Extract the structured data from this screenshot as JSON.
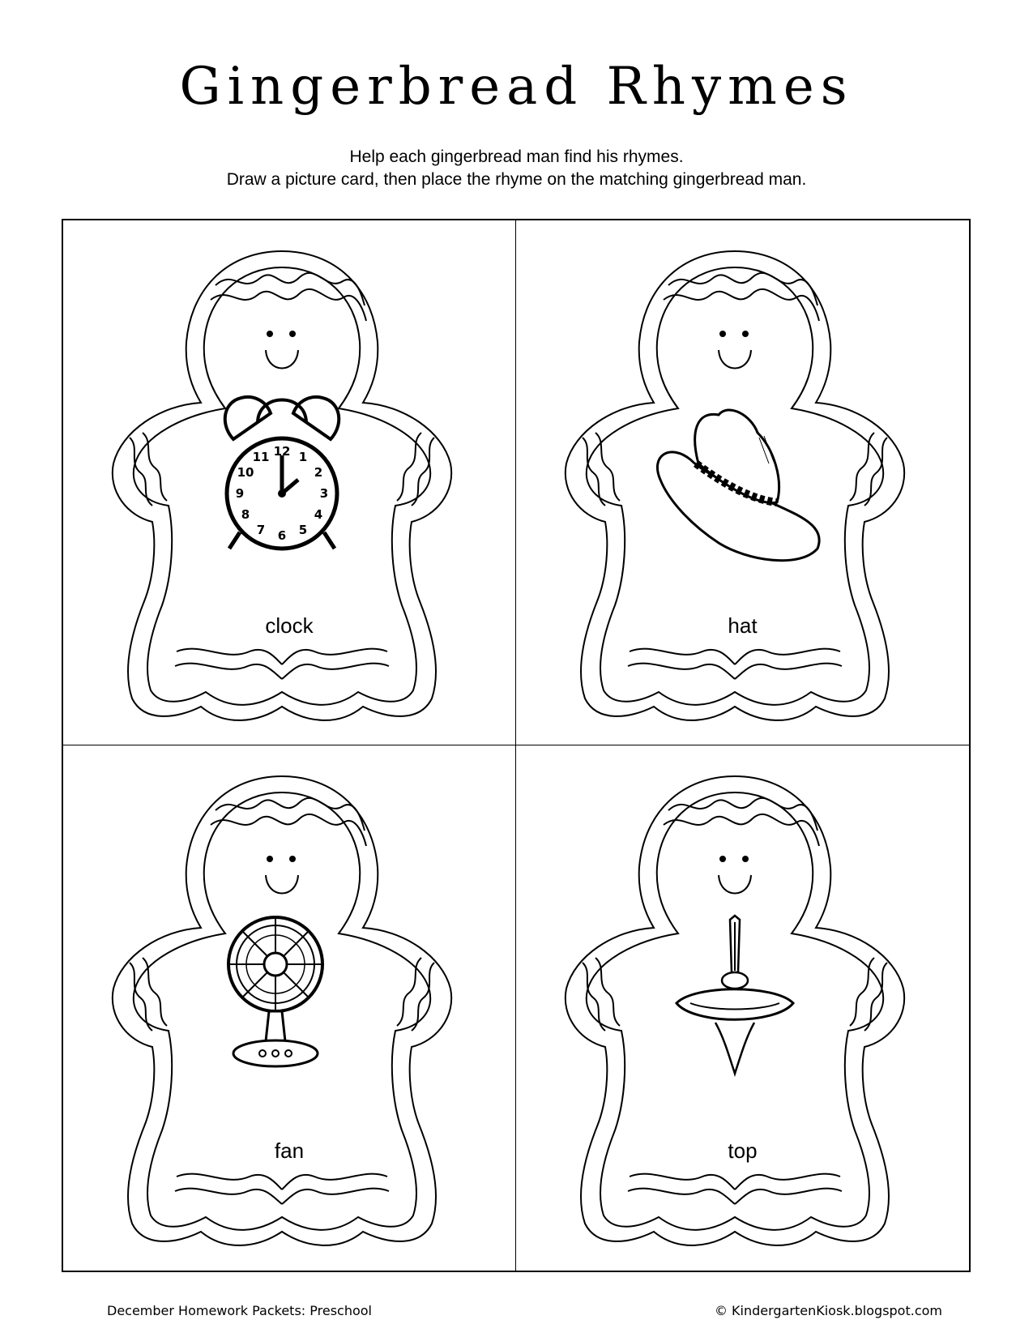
{
  "title": "Gingerbread Rhymes",
  "instructions": {
    "line1": "Help each gingerbread man find his rhymes.",
    "line2": "Draw a picture card, then place the rhyme on the matching gingerbread man."
  },
  "cards": [
    {
      "word": "clock",
      "picture": "alarm-clock-icon"
    },
    {
      "word": "hat",
      "picture": "cowboy-hat-icon"
    },
    {
      "word": "fan",
      "picture": "electric-fan-icon"
    },
    {
      "word": "top",
      "picture": "spinning-top-icon"
    }
  ],
  "clock_numbers": [
    "12",
    "1",
    "2",
    "3",
    "4",
    "5",
    "6",
    "7",
    "8",
    "9",
    "10",
    "11"
  ],
  "footer": {
    "left": "December Homework Packets: Preschool",
    "right": "© KindergartenKiosk.blogspot.com"
  }
}
